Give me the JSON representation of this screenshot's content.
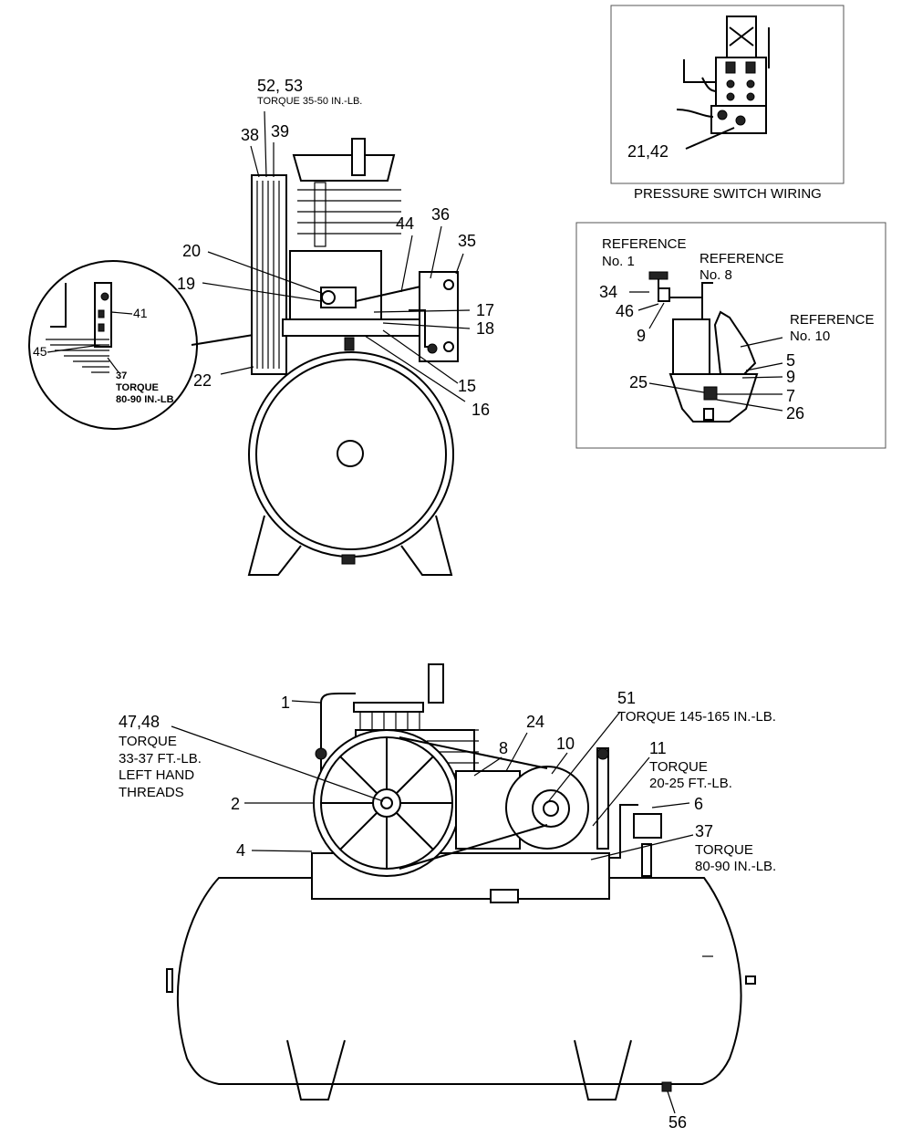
{
  "labels": {
    "l_52_53": "52, 53",
    "torque_52_53": "TORQUE 35-50 IN.-LB.",
    "l_38": "38",
    "l_39": "39",
    "l_44": "44",
    "l_36": "36",
    "l_35": "35",
    "l_20": "20",
    "l_19": "19",
    "l_17": "17",
    "l_18": "18",
    "l_22": "22",
    "l_15": "15",
    "l_16": "16",
    "l_41": "41",
    "l_45": "45",
    "l_37_inset": "37",
    "torque_37_inset_1": "TORQUE",
    "torque_37_inset_2": "80-90 IN.-LB.",
    "l_21_42": "21,42",
    "pressure_switch_wiring": "PRESSURE SWITCH WIRING",
    "ref_no1_a": "REFERENCE",
    "ref_no1_b": "No. 1",
    "ref_no8_a": "REFERENCE",
    "ref_no8_b": "No. 8",
    "ref_no10_a": "REFERENCE",
    "ref_no10_b": "No. 10",
    "l_34": "34",
    "l_46": "46",
    "l_9a": "9",
    "l_5": "5",
    "l_9b": "9",
    "l_7": "7",
    "l_25": "25",
    "l_26": "26",
    "l_1": "1",
    "l_47_48": "47,48",
    "torque_47_1": "TORQUE",
    "torque_47_2": "33-37 FT.-LB.",
    "torque_47_3": "LEFT HAND",
    "torque_47_4": "THREADS",
    "l_51": "51",
    "torque_51": "TORQUE 145-165 IN.-LB.",
    "l_24": "24",
    "l_10": "10",
    "l_8": "8",
    "l_11": "11",
    "torque_11_1": "TORQUE",
    "torque_11_2": "20-25 FT.-LB.",
    "l_2": "2",
    "l_6": "6",
    "l_37": "37",
    "torque_37_1": "TORQUE",
    "torque_37_2": "80-90 IN.-LB.",
    "l_4": "4",
    "l_56": "56"
  }
}
